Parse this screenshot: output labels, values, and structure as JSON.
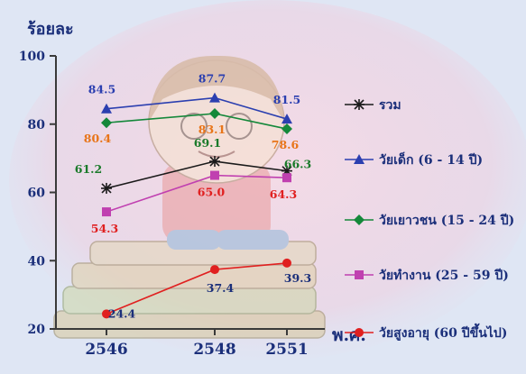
{
  "chart_data": {
    "type": "line",
    "ylabel": "ร้อยละ",
    "xlabel": "พ.ศ.",
    "categories": [
      "2546",
      "2548",
      "2551"
    ],
    "ylim": [
      20,
      100
    ],
    "yticks": [
      20,
      40,
      60,
      80,
      100
    ],
    "grid": false,
    "legend_position": "right",
    "series": [
      {
        "name": "รวม",
        "values": [
          61.2,
          69.1,
          66.3
        ],
        "color": "#1a1a1a",
        "marker": "star",
        "labels": [
          "61.2",
          "69.1",
          "66.3"
        ],
        "label_color": "#1a7a2a"
      },
      {
        "name": "วัยเด็ก (6 - 14 ปี)",
        "values": [
          84.5,
          87.7,
          81.5
        ],
        "color": "#2b3fb0",
        "marker": "triangle",
        "labels": [
          "84.5",
          "87.7",
          "81.5"
        ],
        "label_color": "#2b3fb0"
      },
      {
        "name": "วัยเยาวชน (15 - 24 ปี)",
        "values": [
          80.4,
          83.1,
          78.6
        ],
        "color": "#14883a",
        "marker": "diamond",
        "labels": [
          "80.4",
          "83.1",
          "78.6"
        ],
        "label_color": "#e8751a"
      },
      {
        "name": "วัยทำงาน (25 - 59 ปี)",
        "values": [
          54.3,
          65.0,
          64.3
        ],
        "color": "#c040b0",
        "marker": "square",
        "labels": [
          "54.3",
          "65.0",
          "64.3"
        ],
        "label_color": "#e02020"
      },
      {
        "name": "วัยสูงอายุ (60 ปีขึ้นไป)",
        "values": [
          24.4,
          37.4,
          39.3
        ],
        "color": "#e02020",
        "marker": "circle",
        "labels": [
          "24.4",
          "37.4",
          "39.3"
        ],
        "label_color": "#1b2f7a"
      }
    ]
  },
  "colors": {
    "axis": "#1b2f7a",
    "background": "#dfe6f4"
  }
}
